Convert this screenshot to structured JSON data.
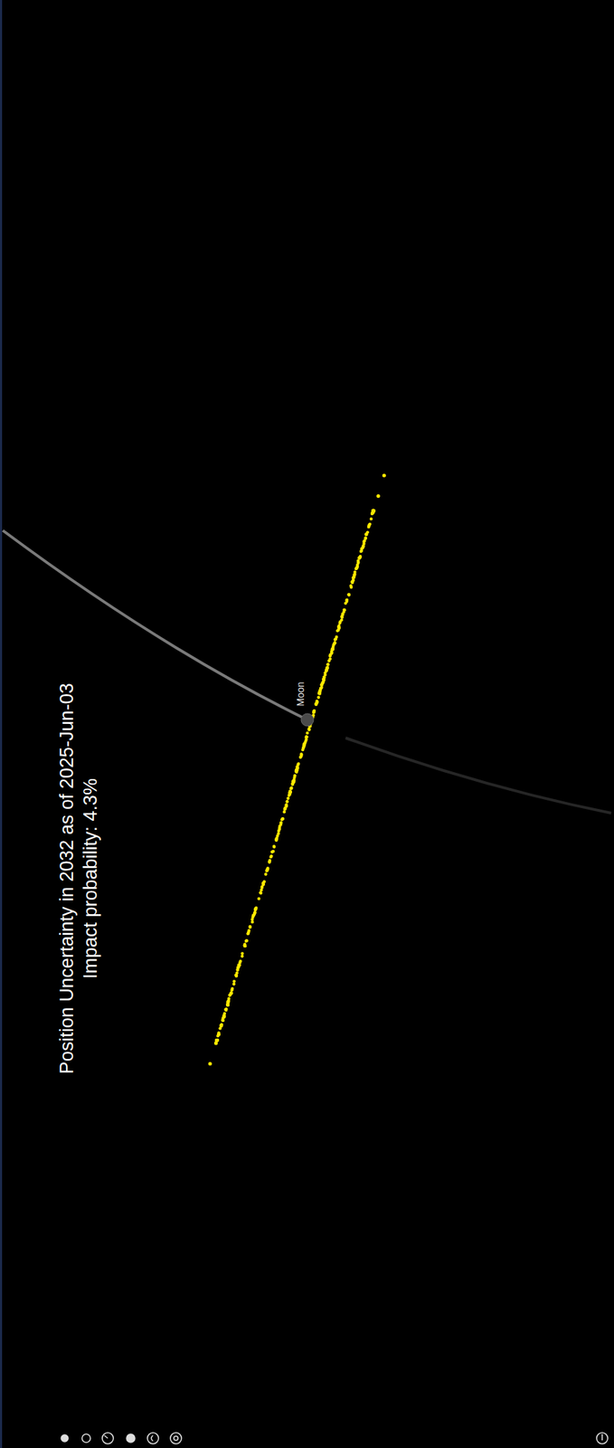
{
  "diagram": {
    "title": "Position Uncertainty in 2032 as of 2025-Jun-03",
    "labels": [
      "Impact probability: 4.3%",
      "Moon"
    ]
  }
}
